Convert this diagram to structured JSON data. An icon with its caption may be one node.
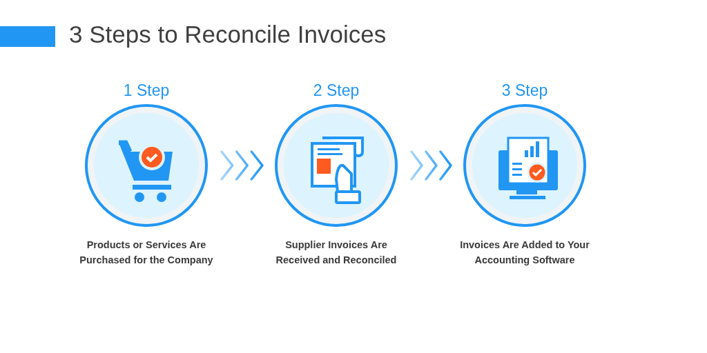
{
  "diagram": {
    "title": "3 Steps to Reconcile Invoices",
    "nodes": [
      {
        "text": [
          "1 Step"
        ],
        "beside": [
          "Products or Services Are Purchased for the Company"
        ]
      },
      {
        "text": [
          "2 Step"
        ],
        "beside": [
          "Supplier Invoices Are Received and Reconciled"
        ]
      },
      {
        "text": [
          "3 Step"
        ],
        "beside": [
          "Invoices Are Added to Your Accounting Software"
        ]
      }
    ],
    "edges": [
      {
        "from": 0,
        "to": 1,
        "arrow": "to"
      },
      {
        "from": 1,
        "to": 2,
        "arrow": "to"
      }
    ]
  }
}
